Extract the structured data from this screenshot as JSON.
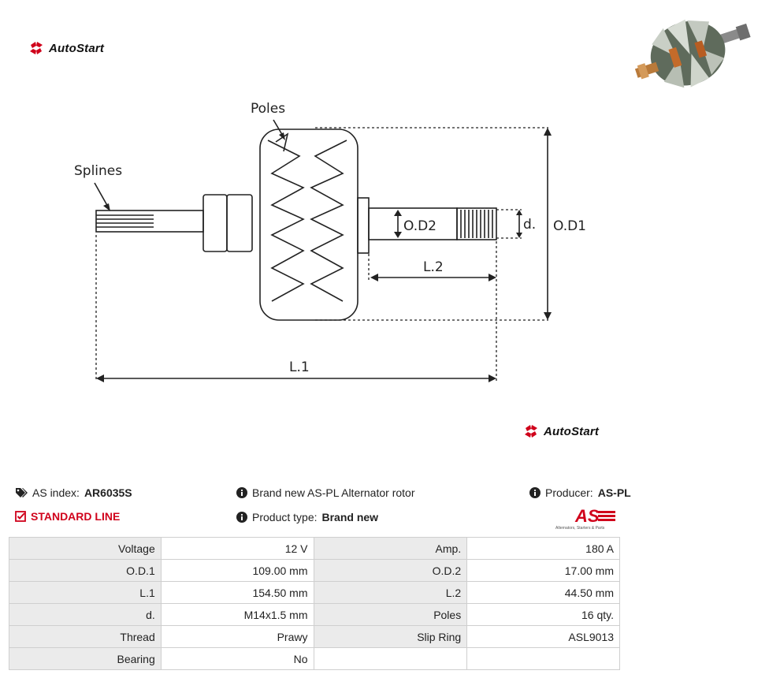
{
  "brand": {
    "logo_text": "AutoStart"
  },
  "diagram": {
    "labels": {
      "poles": "Poles",
      "splines": "Splines",
      "od2": "O.D2",
      "d": "d.",
      "od1": "O.D1",
      "l2": "L.2",
      "l1": "L.1"
    }
  },
  "info": {
    "as_index_label": "AS index:",
    "as_index_value": "AR6035S",
    "standard_line": "STANDARD LINE",
    "description": "Brand new AS-PL Alternator rotor",
    "product_type_label": "Product type:",
    "product_type_value": "Brand new",
    "producer_label": "Producer:",
    "producer_value": "AS-PL",
    "producer_logo_text": "AS",
    "producer_logo_tagline": "Alternators, Starters & Parts"
  },
  "specs": [
    {
      "l1": "Voltage",
      "v1": "12 V",
      "l2": "Amp.",
      "v2": "180 A"
    },
    {
      "l1": "O.D.1",
      "v1": "109.00 mm",
      "l2": "O.D.2",
      "v2": "17.00 mm"
    },
    {
      "l1": "L.1",
      "v1": "154.50 mm",
      "l2": "L.2",
      "v2": "44.50 mm"
    },
    {
      "l1": "d.",
      "v1": "M14x1.5 mm",
      "l2": "Poles",
      "v2": "16 qty."
    },
    {
      "l1": "Thread",
      "v1": "Prawy",
      "l2": "Slip Ring",
      "v2": "ASL9013"
    },
    {
      "l1": "Bearing",
      "v1": "No",
      "l2": "",
      "v2": ""
    }
  ],
  "colors": {
    "accent_red": "#d0021b",
    "label_bg": "#ebebeb",
    "border": "#cfcfcf"
  }
}
